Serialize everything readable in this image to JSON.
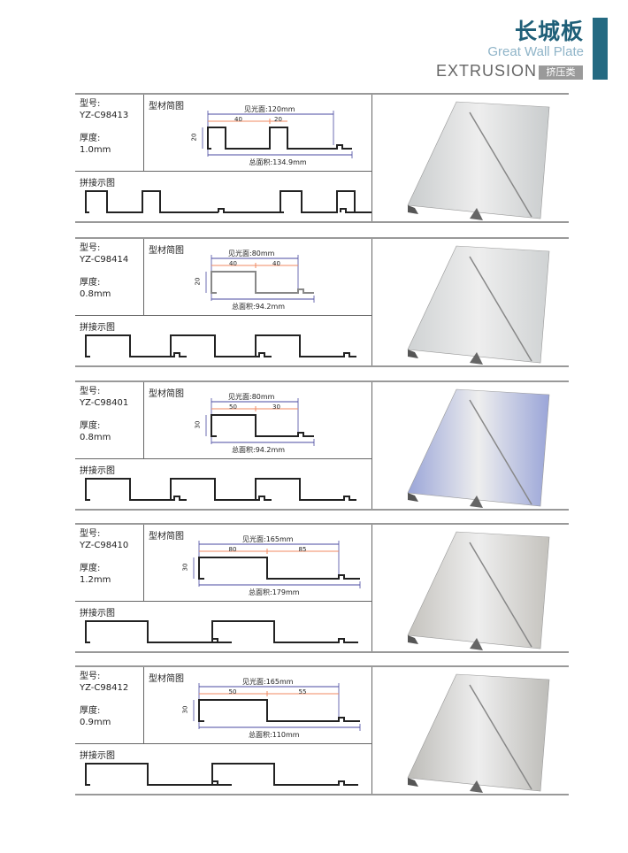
{
  "header": {
    "title_cn": "长城板",
    "title_en": "Great Wall Plate",
    "category": "EXTRUSION",
    "category_tag": "挤压类",
    "accent": "#246a82"
  },
  "labels": {
    "model": "型号:",
    "thickness": "厚度:",
    "profile": "型材简图",
    "assembly": "拼接示图",
    "visible_prefix": "见光面:",
    "total_prefix": "总面积:"
  },
  "entries": [
    {
      "model": "YZ-C98413",
      "thickness": "1.0mm",
      "visible": "120mm",
      "total": "134.9mm",
      "dim_a": "40",
      "dim_b": "20",
      "height": "20",
      "type": "A",
      "photo_color": "#c9cccd"
    },
    {
      "model": "YZ-C98414",
      "thickness": "0.8mm",
      "visible": "80mm",
      "total": "94.2mm",
      "dim_a": "40",
      "dim_b": "40",
      "height": "20",
      "type": "B",
      "photo_color": "#cfd2d3"
    },
    {
      "model": "YZ-C98401",
      "thickness": "0.8mm",
      "visible": "80mm",
      "total": "94.2mm",
      "dim_a": "50",
      "dim_b": "30",
      "height": "30",
      "type": "B",
      "photo_color": "#9aa5d8"
    },
    {
      "model": "YZ-C98410",
      "thickness": "1.2mm",
      "visible": "165mm",
      "total": "179mm",
      "dim_a": "80",
      "dim_b": "85",
      "height": "30",
      "type": "C",
      "photo_color": "#c4c2bd"
    },
    {
      "model": "YZ-C98412",
      "thickness": "0.9mm",
      "visible": "165mm",
      "total": "110mm",
      "dim_a": "50",
      "dim_b": "55",
      "height": "30",
      "type": "C",
      "photo_color": "#bdbcb8"
    }
  ]
}
